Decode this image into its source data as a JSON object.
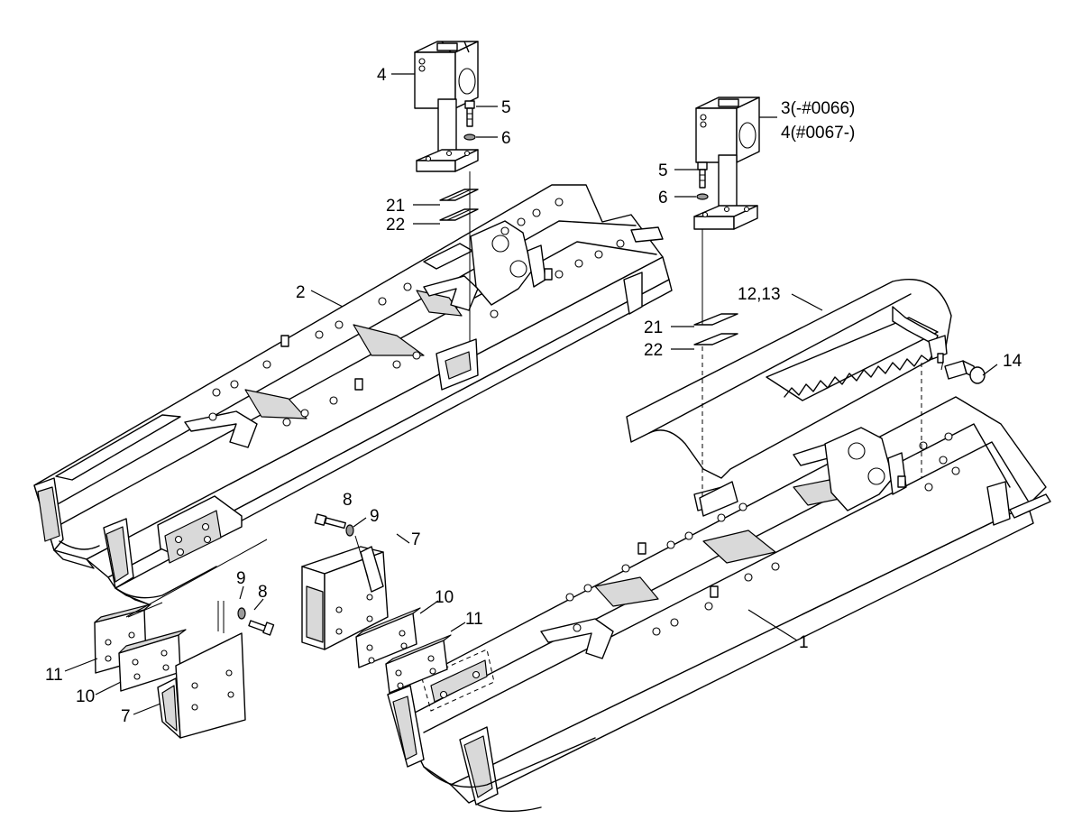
{
  "callouts": {
    "c1": "1",
    "c2": "2",
    "c3": "3(-#0066)",
    "c3b": "4(#0067-)",
    "c4": "4",
    "c5a": "5",
    "c5b": "5",
    "c6a": "6",
    "c6b": "6",
    "c7a": "7",
    "c7b": "7",
    "c8a": "8",
    "c8b": "8",
    "c9a": "9",
    "c9b": "9",
    "c10a": "10",
    "c10b": "10",
    "c11a": "11",
    "c11b": "11",
    "c12": "12,13",
    "c14": "14",
    "c21a": "21",
    "c21b": "21",
    "c22a": "22",
    "c22b": "22"
  }
}
